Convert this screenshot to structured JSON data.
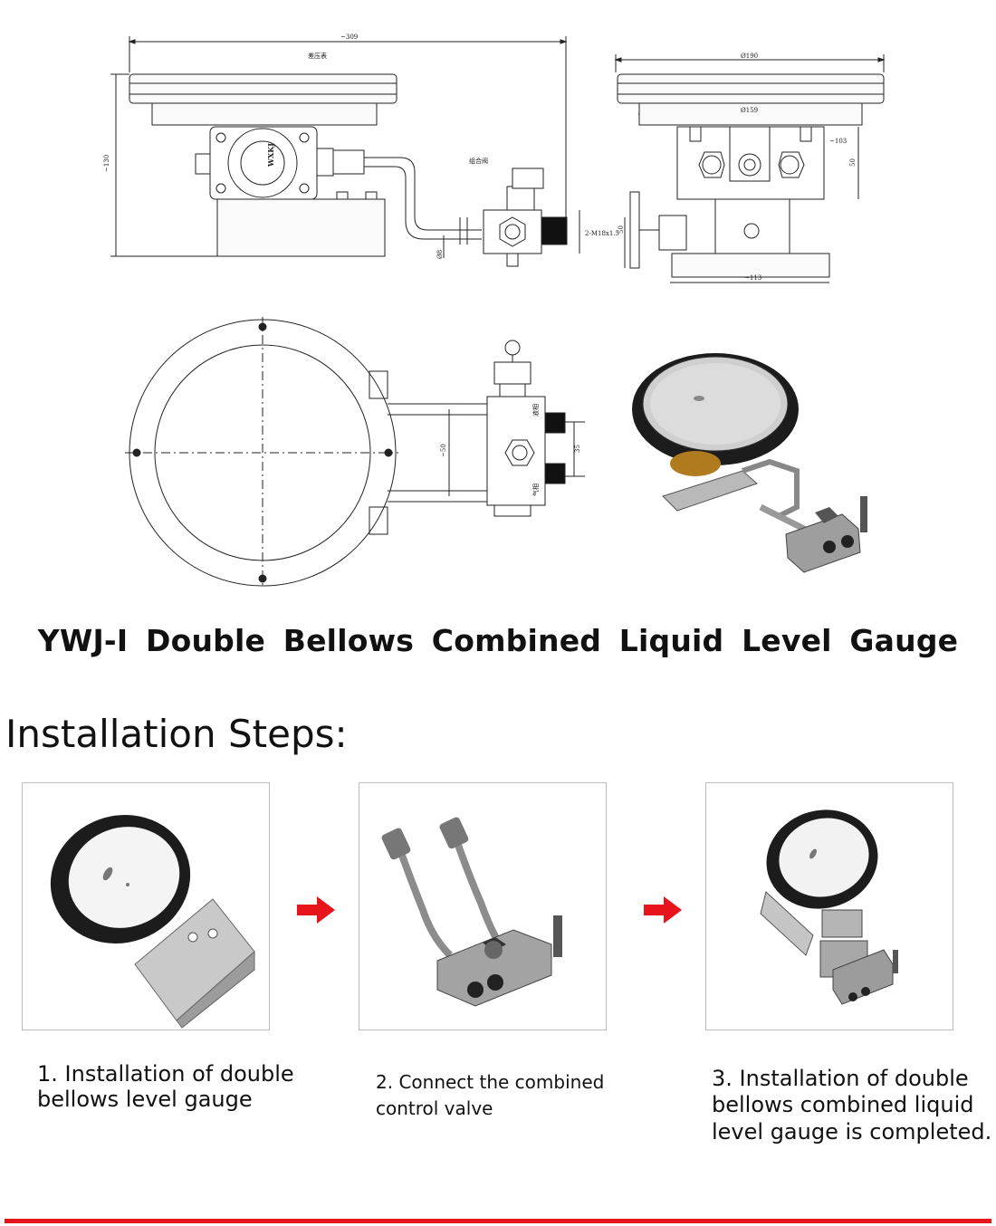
{
  "drawing": {
    "dim_width": "~309",
    "label_diff_gauge": "差压表",
    "dim_height": "~130",
    "label_combo_valve": "组合阀",
    "dim_thread": "2-M18x1.5",
    "dim_pipe": "Ø8",
    "dim_d190": "Ø190",
    "dim_d159": "Ø159",
    "dim_103": "~103",
    "dim_50a": "50",
    "dim_50b": "50",
    "dim_113": "~113",
    "dim_50c": "~50",
    "dim_35": "35",
    "label_liquid": "液相",
    "label_gas": "气相",
    "logo": "WXKJ"
  },
  "title": "YWJ-I Double  Bellows  Combined  Liquid  Level  Gauge",
  "section_heading": "Installation Steps:",
  "steps": [
    {
      "caption": "1. Installation of double bellows level gauge"
    },
    {
      "caption": "2. Connect the combined control valve"
    },
    {
      "caption": "3. Installation of double bellows combined liquid level gauge is completed."
    }
  ],
  "colors": {
    "arrow": "#e8141b",
    "rule": "#e8141b",
    "gauge_ring": "#1e1e1e",
    "brass": "#b07a1e"
  }
}
